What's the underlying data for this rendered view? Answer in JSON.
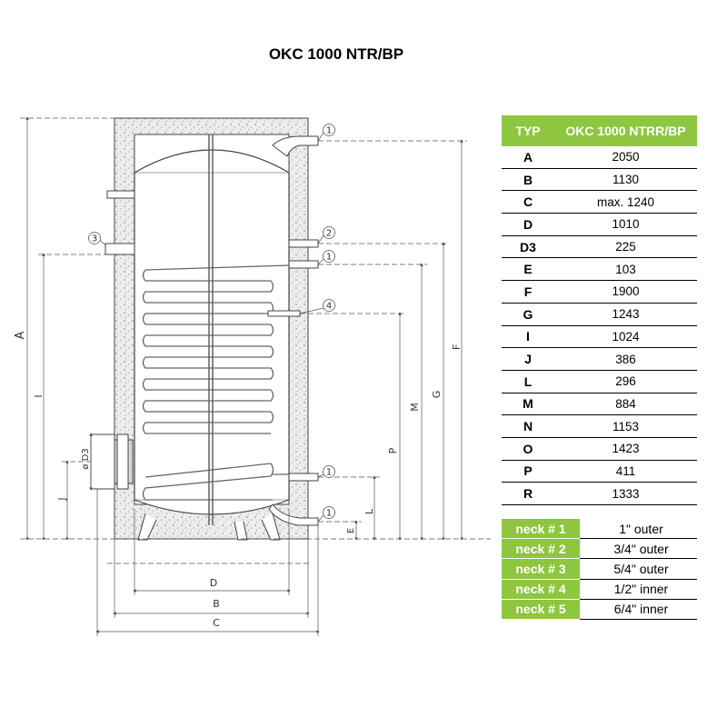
{
  "title": "OKC 1000 NTR/BP",
  "drawing": {
    "dimension_labels": [
      "A",
      "B",
      "C",
      "D",
      "D3",
      "E",
      "F",
      "G",
      "I",
      "J",
      "L",
      "M",
      "P"
    ],
    "neck_callouts": [
      "1",
      "2",
      "1",
      "4",
      "3",
      "1",
      "1"
    ],
    "d3_prefix": "ø"
  },
  "dimensions_table": {
    "header": [
      "TYP",
      "OKC 1000 NTRR/BP"
    ],
    "rows": [
      {
        "key": "A",
        "value": "2050"
      },
      {
        "key": "B",
        "value": "1130"
      },
      {
        "key": "C",
        "value": "max. 1240"
      },
      {
        "key": "D",
        "value": "1010"
      },
      {
        "key": "D3",
        "value": "225"
      },
      {
        "key": "E",
        "value": "103"
      },
      {
        "key": "F",
        "value": "1900"
      },
      {
        "key": "G",
        "value": "1243"
      },
      {
        "key": "I",
        "value": "1024"
      },
      {
        "key": "J",
        "value": "386"
      },
      {
        "key": "L",
        "value": "296"
      },
      {
        "key": "M",
        "value": "884"
      },
      {
        "key": "N",
        "value": "1153"
      },
      {
        "key": "O",
        "value": "1423"
      },
      {
        "key": "P",
        "value": "411"
      },
      {
        "key": "R",
        "value": "1333"
      }
    ]
  },
  "necks_table": [
    {
      "key": "neck # 1",
      "value": "1\" outer"
    },
    {
      "key": "neck # 2",
      "value": "3/4\" outer"
    },
    {
      "key": "neck # 3",
      "value": "5/4\" outer"
    },
    {
      "key": "neck # 4",
      "value": "1/2\" inner"
    },
    {
      "key": "neck # 5",
      "value": "6/4\" inner"
    }
  ],
  "colors": {
    "accent": "#8ec63f",
    "insulation": "#e6e6e6",
    "line": "#333333"
  }
}
